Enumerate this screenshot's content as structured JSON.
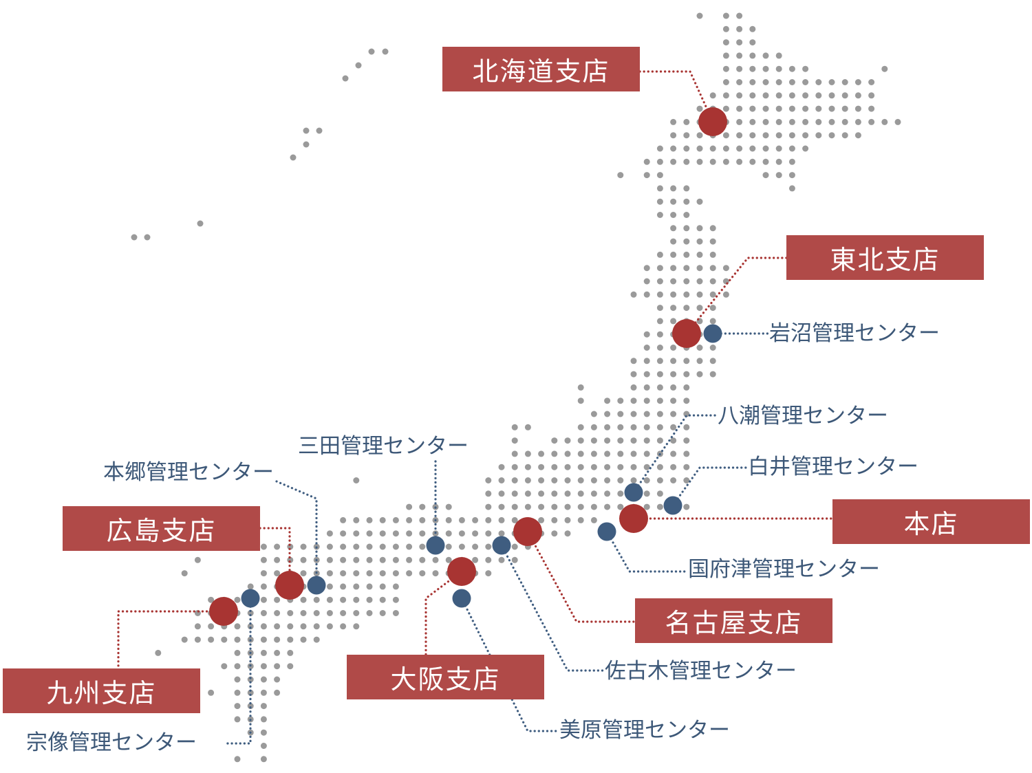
{
  "colors": {
    "branch": "#a83432",
    "center": "#3f5d80",
    "label_box": "#b04a48",
    "land_dot": "#9a9a9a",
    "center_text": "#3d5878"
  },
  "branches": [
    {
      "id": "hokkaido",
      "label": "北海道支店"
    },
    {
      "id": "tohoku",
      "label": "東北支店"
    },
    {
      "id": "honten",
      "label": "本店"
    },
    {
      "id": "hiroshima",
      "label": "広島支店"
    },
    {
      "id": "nagoya",
      "label": "名古屋支店"
    },
    {
      "id": "osaka",
      "label": "大阪支店"
    },
    {
      "id": "kyushu",
      "label": "九州支店"
    }
  ],
  "centers": [
    {
      "id": "iwanuma",
      "label": "岩沼管理センター"
    },
    {
      "id": "yashio",
      "label": "八潮管理センター"
    },
    {
      "id": "shiroi",
      "label": "白井管理センター"
    },
    {
      "id": "kozu",
      "label": "国府津管理センター"
    },
    {
      "id": "sakogi",
      "label": "佐古木管理センター"
    },
    {
      "id": "mihara",
      "label": "美原管理センター"
    },
    {
      "id": "sanda",
      "label": "三田管理センター"
    },
    {
      "id": "hongo",
      "label": "本郷管理センター"
    },
    {
      "id": "munakata",
      "label": "宗像管理センター"
    }
  ]
}
